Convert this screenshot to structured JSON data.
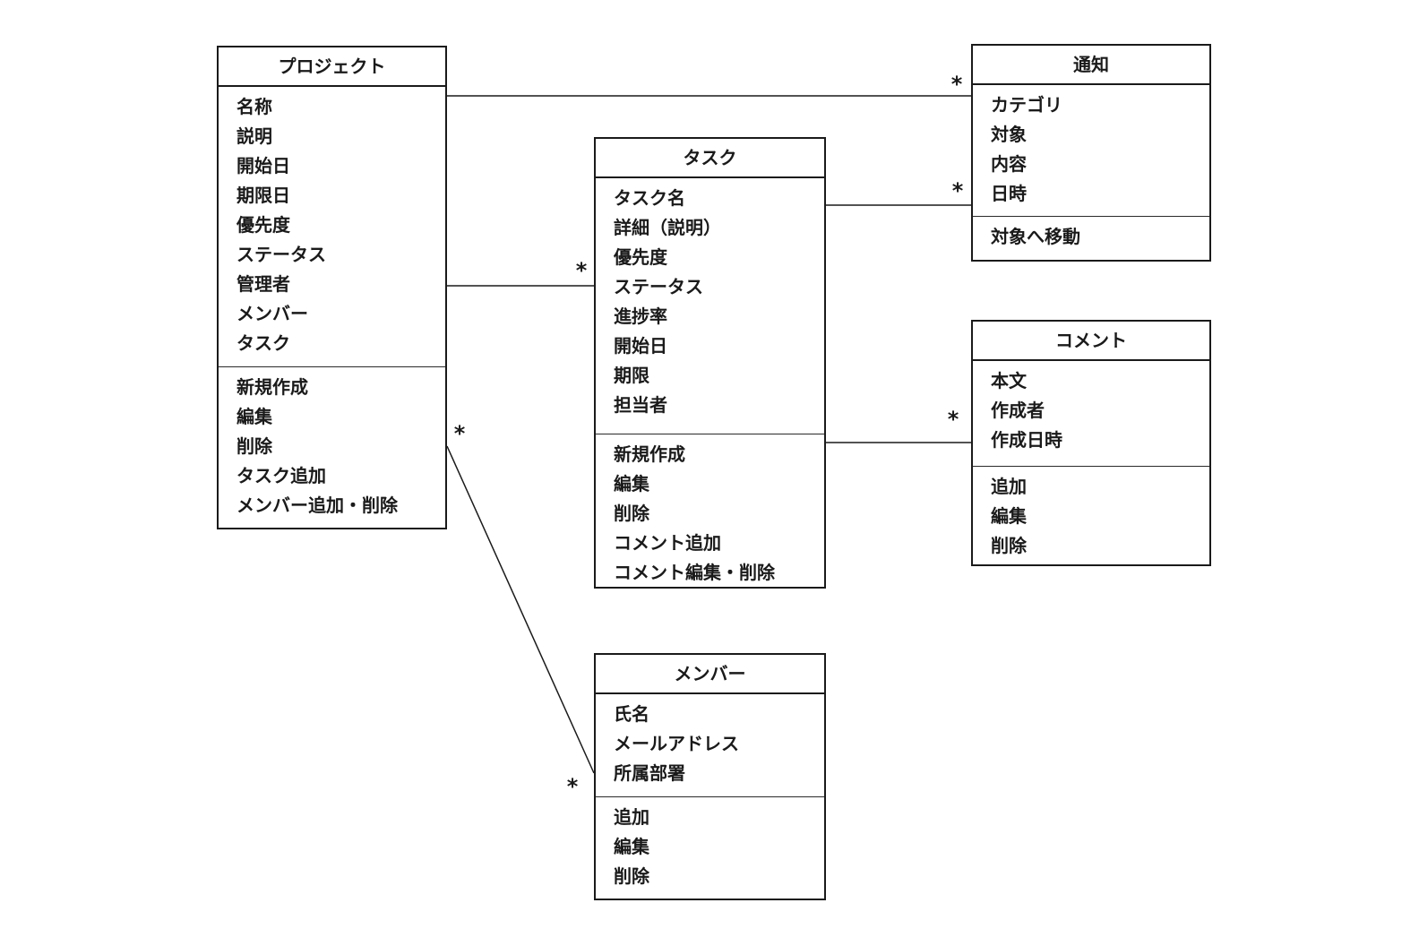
{
  "diagram_type": "uml-class-diagram",
  "colors": {
    "background": "#ffffff",
    "line": "#1a1a1a",
    "text": "#1a1a1a"
  },
  "classes": {
    "project": {
      "title": "プロジェクト",
      "attributes": [
        "名称",
        "説明",
        "開始日",
        "期限日",
        "優先度",
        "ステータス",
        "管理者",
        "メンバー",
        "タスク"
      ],
      "methods": [
        "新規作成",
        "編集",
        "削除",
        "タスク追加",
        "メンバー追加・削除"
      ]
    },
    "task": {
      "title": "タスク",
      "attributes": [
        "タスク名",
        "詳細（説明）",
        "優先度",
        "ステータス",
        "進捗率",
        "開始日",
        "期限",
        "担当者"
      ],
      "methods": [
        "新規作成",
        "編集",
        "削除",
        "コメント追加",
        "コメント編集・削除"
      ]
    },
    "notification": {
      "title": "通知",
      "attributes": [
        "カテゴリ",
        "対象",
        "内容",
        "日時"
      ],
      "methods": [
        "対象へ移動"
      ]
    },
    "comment": {
      "title": "コメント",
      "attributes": [
        "本文",
        "作成者",
        "作成日時"
      ],
      "methods": [
        "追加",
        "編集",
        "削除"
      ]
    },
    "member": {
      "title": "メンバー",
      "attributes": [
        "氏名",
        "メールアドレス",
        "所属部署"
      ],
      "methods": [
        "追加",
        "編集",
        "削除"
      ]
    }
  },
  "connectors": [
    {
      "from": "プロジェクト",
      "to": "通知",
      "target_multiplicity": "*"
    },
    {
      "from": "タスク",
      "to": "通知",
      "target_multiplicity": "*"
    },
    {
      "from": "プロジェクト",
      "to": "タスク",
      "target_multiplicity": "*"
    },
    {
      "from": "タスク",
      "to": "コメント",
      "target_multiplicity": "*"
    },
    {
      "from": "プロジェクト",
      "to": "メンバー",
      "source_multiplicity": "*",
      "target_multiplicity": "*"
    }
  ]
}
